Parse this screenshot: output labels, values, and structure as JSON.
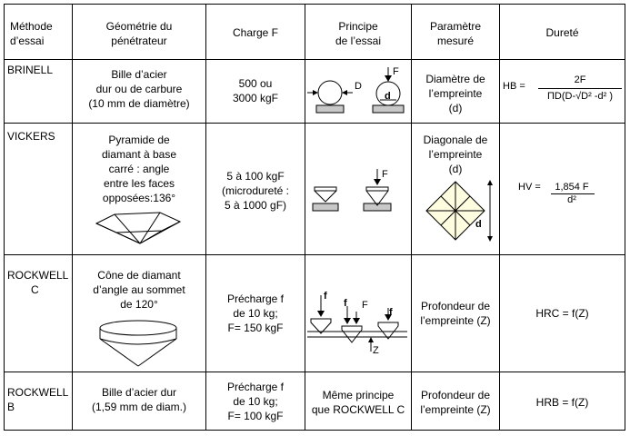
{
  "headers": {
    "methode": [
      "Méthode",
      "d’essai"
    ],
    "geometrie": [
      "Géométrie du",
      "pénétrateur"
    ],
    "charge": "Charge F",
    "principe": [
      "Principe",
      "de l’essai"
    ],
    "parametre": [
      "Paramètre",
      "mesuré"
    ],
    "durete": "Dureté"
  },
  "brinell": {
    "method": "BRINELL",
    "geometry": [
      "Bille d’acier",
      "dur ou de carbure",
      "(10 mm de diamètre)"
    ],
    "charge": [
      "500 ou",
      "3000 kgF"
    ],
    "principle_labels": {
      "D": "D",
      "F": "F",
      "d": "d"
    },
    "parameter": [
      "Diamètre de",
      "l’empreinte",
      "(d)"
    ],
    "formula": {
      "lhs": "HB =",
      "numerator": "2F",
      "denominator": "ΠD(D-√D² -d² )"
    }
  },
  "vickers": {
    "method": "VICKERS",
    "geometry": [
      "Pyramide de",
      "diamant à base",
      "carré : angle",
      "entre les faces",
      "opposées:136°"
    ],
    "charge": [
      "5 à 100 kgF",
      "(microdureté :",
      "5 à 1000 gF)"
    ],
    "principle_labels": {
      "F": "F"
    },
    "parameter": [
      "Diagonale de",
      "l’empreinte",
      "(d)"
    ],
    "diagram_label": "d",
    "formula": {
      "lhs": "HV =",
      "numerator": "1,854 F",
      "denominator": "d²"
    }
  },
  "rockwell_c": {
    "method": [
      "ROCKWELL",
      "C"
    ],
    "geometry": [
      "Cône de diamant",
      "d’angle au sommet",
      "de 120°"
    ],
    "charge": [
      "Précharge f",
      "de 10 kg;",
      "F= 150 kgF"
    ],
    "principle_labels": {
      "f": "f",
      "F": "F",
      "Z": "Z"
    },
    "parameter": [
      "Profondeur de",
      "l’empreinte (Z)"
    ],
    "formula": "HRC = f(Z)"
  },
  "rockwell_b": {
    "method": [
      "ROCKWELL",
      "B"
    ],
    "geometry": [
      "Bille d’acier dur",
      "(1,59 mm de diam.)"
    ],
    "charge": [
      "Précharge f",
      "de 10 kg;",
      "F= 100 kgF"
    ],
    "principle": [
      "Même principe",
      "que ROCKWELL C"
    ],
    "parameter": [
      "Profondeur de",
      "l’empreinte (Z)"
    ],
    "formula": "HRB = f(Z)"
  }
}
